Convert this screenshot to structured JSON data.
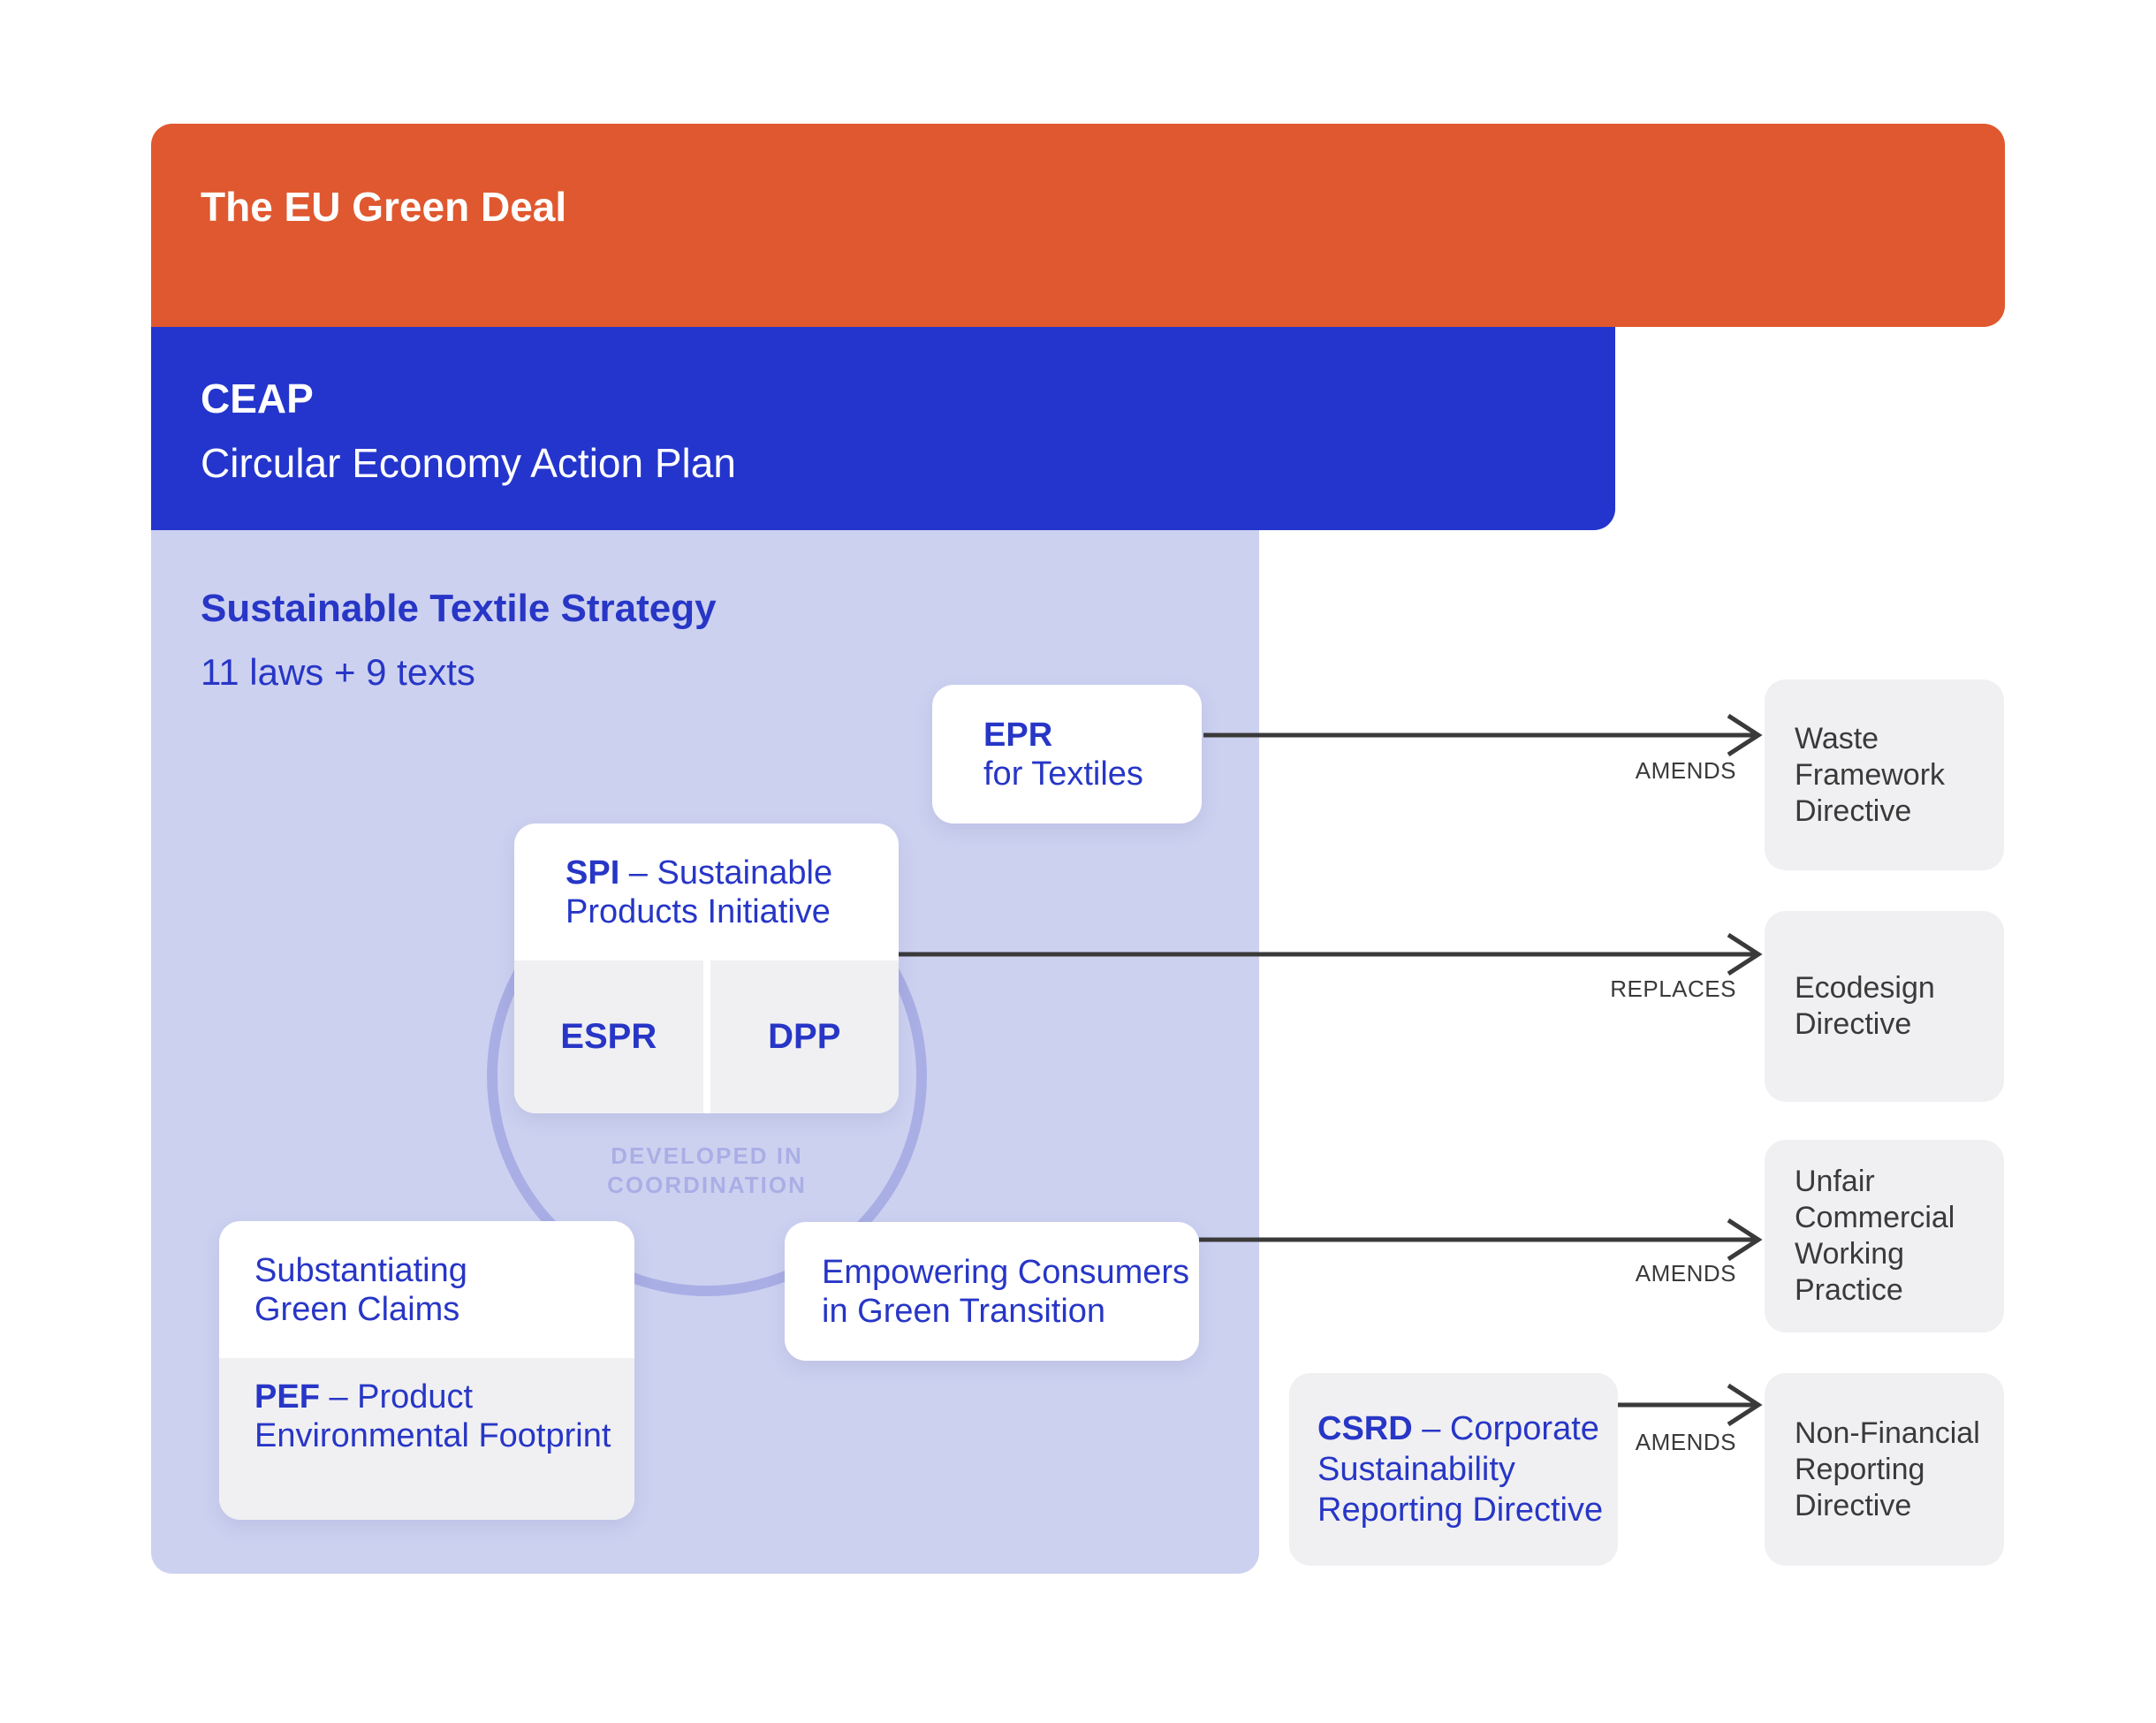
{
  "colors": {
    "green_deal_orange": "#E0582F",
    "ceap_blue": "#2435CD",
    "strategy_purple": "#CDD1F0",
    "text_blue": "#2736C6",
    "card_gray": "#F0F0F2",
    "arrow_dark": "#3A3A3A",
    "circle_periwinkle": "#A9AFE5"
  },
  "hierarchy": {
    "green_deal": {
      "title": "The EU Green Deal"
    },
    "ceap": {
      "title": "CEAP",
      "subtitle": "Circular Economy Action Plan"
    },
    "textile_strategy": {
      "title": "Sustainable Textile Strategy",
      "subtitle": "11 laws + 9 texts"
    }
  },
  "initiatives": {
    "epr": {
      "abbr": "EPR",
      "name": "for Textiles"
    },
    "spi": {
      "abbr": "SPI",
      "name_rest": " – Sustainable",
      "name_line2": "Products Initiative",
      "child_left": "ESPR",
      "child_right": "DPP",
      "note_line1": "DEVELOPED IN",
      "note_line2": "COORDINATION"
    },
    "green_claims": {
      "line1": "Substantiating",
      "line2": "Green Claims"
    },
    "pef": {
      "abbr": "PEF",
      "name_rest": " – Product",
      "name_line2": "Environmental Footprint"
    },
    "empowering": {
      "line1": "Empowering Consumers",
      "line2": "in Green Transition"
    },
    "csrd": {
      "abbr": "CSRD",
      "name_rest": " – Corporate",
      "name_line2": "Sustainability",
      "name_line3": "Reporting Directive"
    }
  },
  "relations": {
    "epr_to_wfd": {
      "label": "AMENDS"
    },
    "spi_to_ecodesign": {
      "label": "REPLACES"
    },
    "empowering_to_ucwp": {
      "label": "AMENDS"
    },
    "csrd_to_nfrd": {
      "label": "AMENDS"
    }
  },
  "directives": {
    "waste_framework": {
      "line1": "Waste",
      "line2": "Framework",
      "line3": "Directive"
    },
    "ecodesign": {
      "line1": "Ecodesign",
      "line2": "Directive"
    },
    "unfair_commercial": {
      "line1": "Unfair",
      "line2": "Commercial",
      "line3": "Working",
      "line4": "Practice"
    },
    "non_financial": {
      "line1": "Non-Financial",
      "line2": "Reporting",
      "line3": "Directive"
    }
  }
}
